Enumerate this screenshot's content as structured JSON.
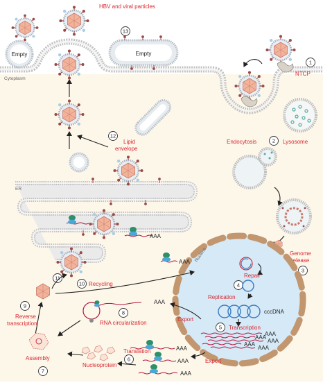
{
  "labels": {
    "hbv_particles": "HBV and viral particles",
    "empty_left": "Empty",
    "empty_middle": "Empty",
    "ntcp": "NTCP",
    "cytoplasm": "Cytoplasm",
    "endocytosis": "Endocytosis",
    "lysosome": "Lysosome",
    "lipid_envelope_line1": "Lipid",
    "lipid_envelope_line2": "envelope",
    "er": "ER",
    "genome_release_line1": "Genome",
    "genome_release_line2": "release",
    "nucleus": "Nucleus",
    "repair": "Repair",
    "replication": "Replication",
    "cccdna": "cccDNA",
    "transcription": "Transcription",
    "export_upper": "Export",
    "export_lower": "Export",
    "recycling": "Recycling",
    "reverse_transcription_line1": "Reverse",
    "reverse_transcription_line2": "transcription",
    "rna_circularization": "RNA circularization",
    "translation": "Translation",
    "nucleoprotein": "Nucleoprotein",
    "assembly": "Assembly",
    "aaa": "AAA"
  },
  "steps": {
    "s1": "1",
    "s2": "2",
    "s3": "3",
    "s4": "4",
    "s5": "5",
    "s6": "6",
    "s7": "7",
    "s8": "8",
    "s9": "9",
    "s10": "10",
    "s11": "11",
    "s12": "12",
    "s13": "13"
  },
  "colors": {
    "accent_red": "#d9252f",
    "cytoplasm": "#fdf7ea",
    "nucleus": "#d6e9f6",
    "membrane": "#b9b9b9",
    "capsid": "#f2b39b",
    "surface_protein": "#9a4b49"
  }
}
